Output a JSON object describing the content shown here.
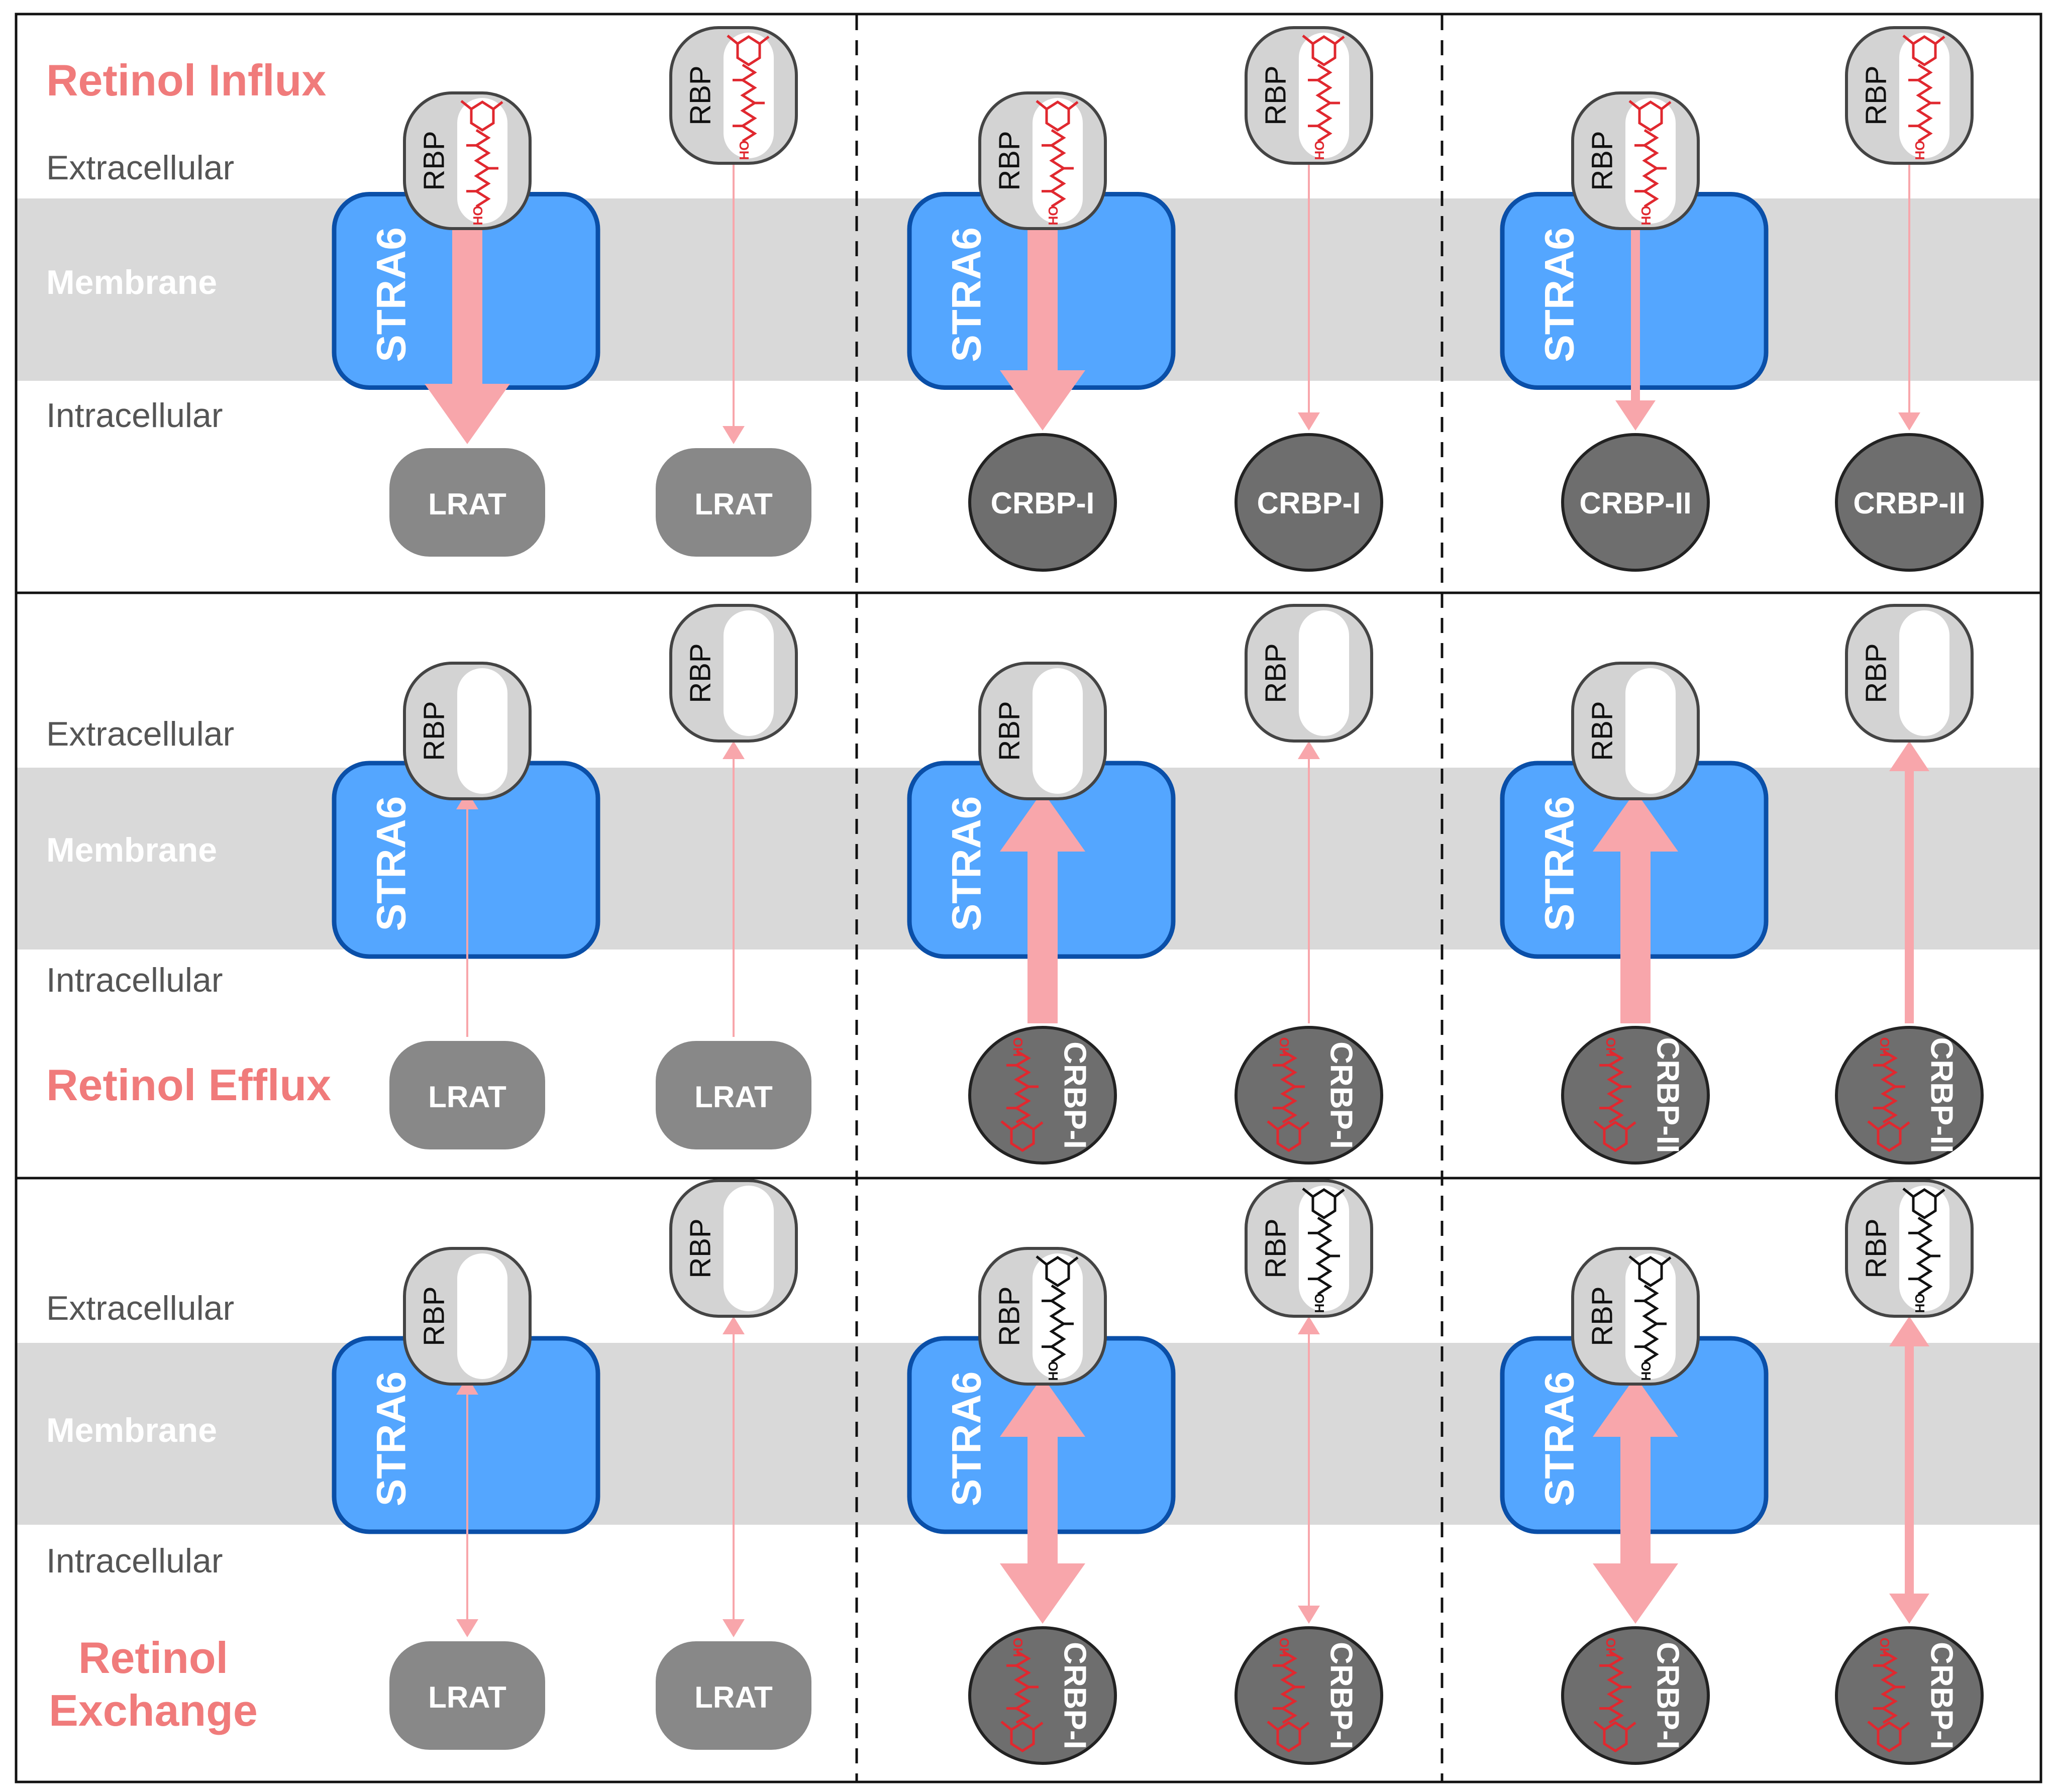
{
  "layer_labels": {
    "extracellular": "Extracellular",
    "membrane": "Membrane",
    "intracellular": "Intracellular"
  },
  "panel_titles": {
    "influx": "Retinol Influx",
    "efflux": "Retinol Efflux",
    "exchange_line1": "Retinol",
    "exchange_line2": "Exchange"
  },
  "proteins": {
    "receptor": "STRA6",
    "carrier": "RBP",
    "lrat": "LRAT",
    "crbp1": "CRBP-I",
    "crbp2": "CRBP-II",
    "retinol_hydroxyl": "HO"
  },
  "rows": [
    {
      "id": "influx",
      "columns": [
        {
          "id": "lrat",
          "acceptor": "LRAT",
          "acceptor_shape": "rounded-rect",
          "rbp_loaded": true,
          "retinol_color": "red",
          "acceptor_loaded": false,
          "with_stra6": {
            "direction": "down",
            "flux": "high"
          },
          "without_stra6": {
            "direction": "down",
            "flux": "low"
          }
        },
        {
          "id": "crbp1",
          "acceptor": "CRBP-I",
          "acceptor_shape": "ellipse",
          "rbp_loaded": true,
          "retinol_color": "red",
          "acceptor_loaded": false,
          "with_stra6": {
            "direction": "down",
            "flux": "high"
          },
          "without_stra6": {
            "direction": "down",
            "flux": "low"
          }
        },
        {
          "id": "crbp2",
          "acceptor": "CRBP-II",
          "acceptor_shape": "ellipse",
          "rbp_loaded": true,
          "retinol_color": "red",
          "acceptor_loaded": false,
          "with_stra6": {
            "direction": "down",
            "flux": "medium"
          },
          "without_stra6": {
            "direction": "down",
            "flux": "low"
          }
        }
      ]
    },
    {
      "id": "efflux",
      "columns": [
        {
          "id": "lrat",
          "acceptor": "LRAT",
          "acceptor_shape": "rounded-rect",
          "rbp_loaded": false,
          "acceptor_loaded": false,
          "with_stra6": {
            "direction": "up",
            "flux": "low"
          },
          "without_stra6": {
            "direction": "up",
            "flux": "low"
          }
        },
        {
          "id": "crbp1",
          "acceptor": "CRBP-I",
          "acceptor_shape": "ellipse",
          "rbp_loaded": false,
          "acceptor_loaded": true,
          "retinol_color": "red",
          "with_stra6": {
            "direction": "up",
            "flux": "high"
          },
          "without_stra6": {
            "direction": "up",
            "flux": "low"
          }
        },
        {
          "id": "crbp2",
          "acceptor": "CRBP-II",
          "acceptor_shape": "ellipse",
          "rbp_loaded": false,
          "acceptor_loaded": true,
          "retinol_color": "red",
          "with_stra6": {
            "direction": "up",
            "flux": "high"
          },
          "without_stra6": {
            "direction": "up",
            "flux": "medium"
          }
        }
      ]
    },
    {
      "id": "exchange",
      "columns": [
        {
          "id": "lrat",
          "acceptor": "LRAT",
          "acceptor_shape": "rounded-rect",
          "rbp_loaded": false,
          "acceptor_loaded": false,
          "with_stra6": {
            "direction": "both",
            "flux": "low"
          },
          "without_stra6": {
            "direction": "both",
            "flux": "low"
          }
        },
        {
          "id": "crbp1",
          "acceptor": "CRBP-I",
          "acceptor_shape": "ellipse",
          "rbp_loaded": true,
          "retinol_color": "black",
          "acceptor_loaded": true,
          "acceptor_retinol_color": "red",
          "with_stra6": {
            "direction": "both",
            "flux": "high"
          },
          "without_stra6": {
            "direction": "both",
            "flux": "low"
          }
        },
        {
          "id": "crbp1b",
          "acceptor": "CRBP-I",
          "acceptor_shape": "ellipse",
          "rbp_loaded": true,
          "retinol_color": "black",
          "acceptor_loaded": true,
          "acceptor_retinol_color": "red",
          "with_stra6": {
            "direction": "both",
            "flux": "high"
          },
          "without_stra6": {
            "direction": "both",
            "flux": "medium"
          }
        }
      ]
    }
  ],
  "colors": {
    "title_red": "#f07b7b",
    "label_gray": "#555555",
    "membrane_band": "#d9d9d9",
    "stra6_fill": "#54a6ff",
    "stra6_stroke": "#0a4fa8",
    "rbp_fill": "#d3d3d3",
    "rbp_stroke": "#444444",
    "acceptor_fill": "#888888",
    "ellipse_fill": "#6e6e6e",
    "arrow": "#f8a6ab",
    "retinol_red": "#e0282f",
    "retinol_black": "#111111"
  }
}
